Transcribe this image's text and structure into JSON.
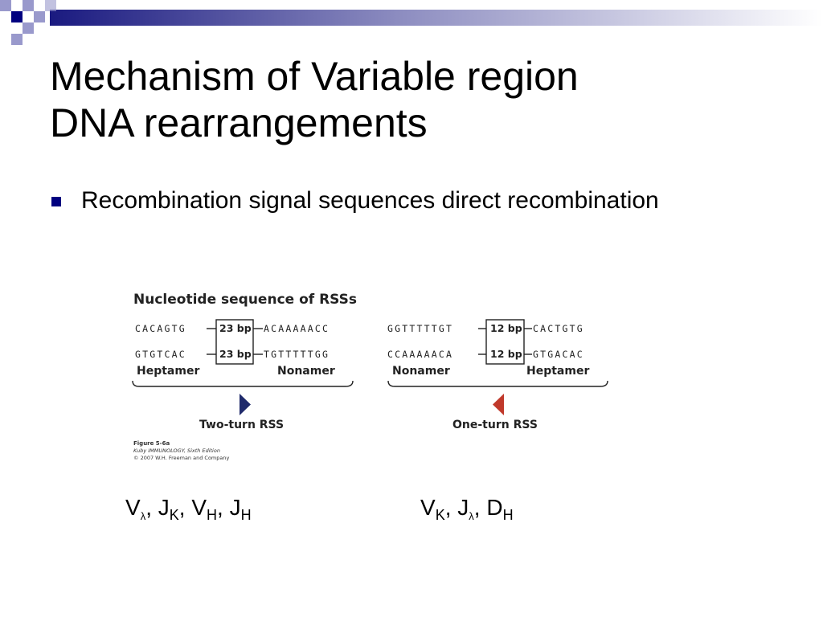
{
  "slide": {
    "title_lines": [
      "Mechanism of Variable region",
      "DNA rearrangements"
    ],
    "bullet": "Recombination signal sequences direct recombination",
    "colors": {
      "accent": "#000080",
      "light_blue": "#9999cc",
      "two_turn": "#1f2a6b",
      "one_turn": "#c0392b"
    }
  },
  "figure": {
    "heading": "Nucleotide sequence of RSSs",
    "two_turn": {
      "top_left": "CACAGTG",
      "top_spacer": "23 bp",
      "top_right": "ACAAAAACC",
      "bottom_left": "GTGTCAC",
      "bottom_spacer": "23 bp",
      "bottom_right": "TGTTTTTGG",
      "label_left": "Heptamer",
      "label_right": "Nonamer",
      "caption": "Two-turn RSS"
    },
    "one_turn": {
      "top_left": "GGTTTTTGT",
      "top_spacer": "12 bp",
      "top_right": "CACTGTG",
      "bottom_left": "CCAAAAACA",
      "bottom_spacer": "12 bp",
      "bottom_right": "GTGACAC",
      "label_left": "Nonamer",
      "label_right": "Heptamer",
      "caption": "One-turn RSS"
    },
    "credit_lines": [
      "Figure 5-6a",
      "Kuby IMMUNOLOGY, Sixth Edition",
      "© 2007 W.H. Freeman and Company"
    ]
  },
  "labels": {
    "left": [
      {
        "main": "V",
        "sub": "λ",
        "sep": ", "
      },
      {
        "main": "J",
        "sub": "K",
        "sep": ", "
      },
      {
        "main": "V",
        "sub": "H",
        "sep": ", "
      },
      {
        "main": "J",
        "sub": "H",
        "sep": ""
      }
    ],
    "right": [
      {
        "main": "V",
        "sub": "K",
        "sep": ", "
      },
      {
        "main": "J",
        "sub": "λ",
        "sep": ", "
      },
      {
        "main": "D",
        "sub": "H",
        "sep": ""
      }
    ]
  }
}
